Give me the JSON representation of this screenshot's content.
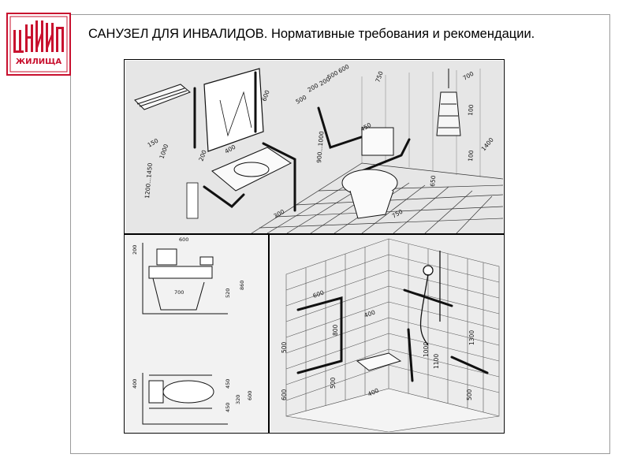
{
  "logo": {
    "letters": "ЦНИИЭП",
    "subtitle": "ЖИЛИЩА",
    "color": "#c8102e"
  },
  "title": "САНУЗЕЛ ДЛЯ ИНВАЛИДОВ. Нормативные требования и рекомендации.",
  "figure": {
    "top": {
      "dims": [
        "600",
        "500",
        "200",
        "200",
        "500",
        "600",
        "1000",
        "1200...1450",
        "150",
        "200",
        "400",
        "750",
        "900...1000",
        "450",
        "750",
        "650",
        "300",
        "700",
        "100",
        "100",
        "1400"
      ]
    },
    "bottom_left": {
      "dims": [
        "600",
        "200",
        "700",
        "520",
        "860",
        "400",
        "450",
        "450",
        "320",
        "600"
      ]
    },
    "bottom_right": {
      "dims": [
        "600",
        "400",
        "800",
        "500",
        "600",
        "500",
        "400",
        "1000",
        "1100",
        "1300",
        "500"
      ]
    }
  }
}
